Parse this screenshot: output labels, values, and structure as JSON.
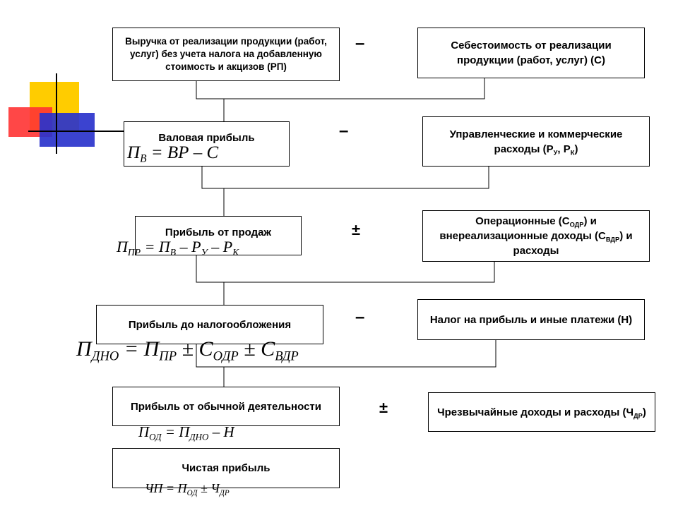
{
  "boxes": {
    "revenue": "Выручка от реализации продукции (работ, услуг) без учета налога на добавленную стоимость и акцизов (РП)",
    "cost": "Себестоимость от реализации продукции (работ, услуг) (С)",
    "gross": "Валовая прибыль",
    "mgmt_main": "Управленческие и коммерческие расходы (Р",
    "mgmt_sub1": "У",
    "mgmt_sep": ", Р",
    "mgmt_sub2": "К",
    "mgmt_end": ")",
    "sales": "Прибыль от продаж",
    "oper_a": "Операционные (С",
    "oper_sub1": "ОДР",
    "oper_b": ") и внереализационные доходы (С",
    "oper_sub2": "ВДР",
    "oper_c": ") и расходы",
    "pretax": "Прибыль до налогообложения",
    "tax": "Налог на прибыль и иные платежи (Н)",
    "ordinary": "Прибыль от обычной деятельности",
    "extra_a": "Чрезвычайные доходы и расходы (Ч",
    "extra_sub": "ДР",
    "extra_b": ")",
    "net": "Чистая прибыль"
  },
  "operators": {
    "op1": "–",
    "op2": "–",
    "op3": "±",
    "op4": "–",
    "op5": "±"
  },
  "formulas": {
    "f1": {
      "P": "П",
      "sub1": "В",
      "rest": " = ВР – С"
    },
    "f2": {
      "P": "П",
      "sub1": "ПР",
      "eq": " = П",
      "sub2": "В",
      "m1": " – Р",
      "sub3": "У",
      "m2": " – Р",
      "sub4": "К"
    },
    "f3": {
      "P": "П",
      "sub1": "ДНО",
      "eq": " = П",
      "sub2": "ПР",
      "m1": " ± С",
      "sub3": "ОДР",
      "m2": " ± С",
      "sub4": "ВДР"
    },
    "f4": {
      "P": "П",
      "sub1": "ОД",
      "eq": " = П",
      "sub2": "ДНО",
      "m1": " – Н"
    },
    "f5": {
      "P": "ЧП",
      "eq": " = П",
      "sub2": "ОД",
      "m1": " ± Ч",
      "sub3": "ДР"
    }
  },
  "colors": {
    "yellow": "#ffcc00",
    "red": "#ff3333",
    "blue": "#2a33cc",
    "line": "#000000"
  }
}
